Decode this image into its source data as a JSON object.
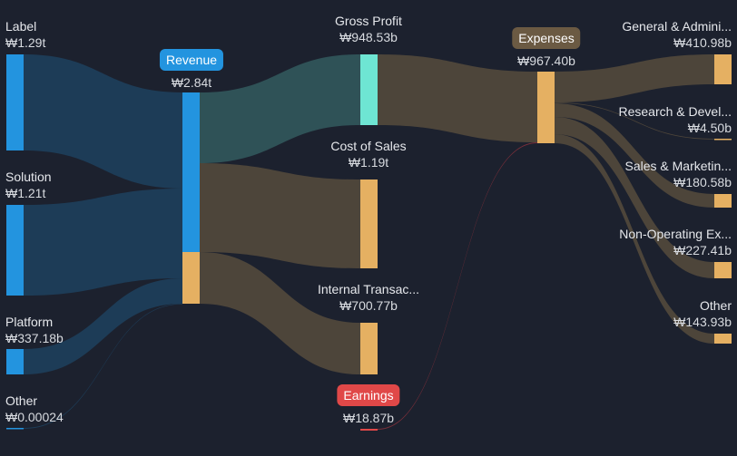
{
  "colors": {
    "background": "#1c212e",
    "blue": "#2394df",
    "teal": "#6ee5d3",
    "tan": "#e5b062",
    "red": "#e04848",
    "link_blue": "#1d3c57",
    "link_teal": "#2f5257",
    "link_tan": "#4d453a",
    "link_red": "#7a2f3a",
    "expenses_pill": "#6b5a43"
  },
  "nodes": {
    "label": {
      "name": "Label",
      "value": "₩1.29t"
    },
    "solution": {
      "name": "Solution",
      "value": "₩1.21t"
    },
    "platform": {
      "name": "Platform",
      "value": "₩337.18b"
    },
    "other_in": {
      "name": "Other",
      "value": "₩0.00024"
    },
    "revenue": {
      "name": "Revenue",
      "value": "₩2.84t"
    },
    "gross_profit": {
      "name": "Gross Profit",
      "value": "₩948.53b"
    },
    "cost_of_sales": {
      "name": "Cost of Sales",
      "value": "₩1.19t"
    },
    "internal": {
      "name": "Internal Transac...",
      "value": "₩700.77b"
    },
    "earnings": {
      "name": "Earnings",
      "value": "₩18.87b"
    },
    "expenses": {
      "name": "Expenses",
      "value": "₩967.40b"
    },
    "ga": {
      "name": "General & Admini...",
      "value": "₩410.98b"
    },
    "rd": {
      "name": "Research & Devel...",
      "value": "₩4.50b"
    },
    "sm": {
      "name": "Sales & Marketin...",
      "value": "₩180.58b"
    },
    "nonop": {
      "name": "Non-Operating Ex...",
      "value": "₩227.41b"
    },
    "other_out": {
      "name": "Other",
      "value": "₩143.93b"
    }
  }
}
